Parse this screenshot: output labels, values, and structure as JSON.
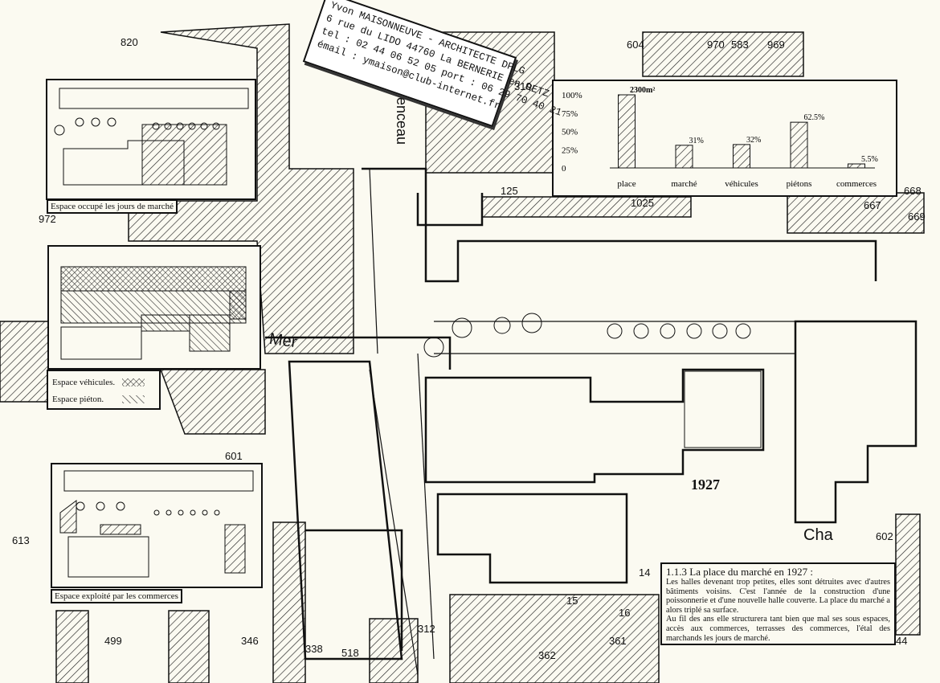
{
  "stamp": {
    "lines": [
      "Yvon MAISONNEUVE - ARCHITECTE DPLG",
      "6 rue du LIDO 44760 La BERNERIE en RETZ",
      "tel : 02 44 06 52 05 port : 06 29 70 40 21",
      "émail : ymaison@club-internet.fr"
    ]
  },
  "insets": {
    "market_days_label": "Espace occupé les jours de marché",
    "legend_vehicles": "Espace véhicules.",
    "legend_pedestrian": "Espace piéton.",
    "shops_label": "Espace exploité par les commerces"
  },
  "map": {
    "year": "1927",
    "street_mer": "Mer",
    "street_enceau": "enceau",
    "street_cha": "Cha",
    "parcels": [
      "820",
      "970",
      "969",
      "583",
      "604",
      "310",
      "125",
      "1025",
      "667",
      "668",
      "669",
      "972",
      "601",
      "613",
      "499",
      "346",
      "338",
      "518",
      "312",
      "15",
      "16",
      "362",
      "361",
      "14",
      "602",
      "44"
    ]
  },
  "caption": {
    "title": "1.1.3 La place du marché en 1927 :",
    "p1": "Les halles devenant trop petites, elles sont détruites avec d'autres bâtiments voisins. C'est l'année de la construction d'une poissonnerie et d'une nouvelle halle couverte. La place du marché a alors triplé sa surface.",
    "p2": "Au fil des ans elle structurera tant bien que mal ses sous espaces, accès aux commerces, terrasses des commerces, l'étal des marchands les jours de marché."
  },
  "chart_data": {
    "type": "bar",
    "title": "",
    "categories": [
      "place",
      "marché",
      "véhicules",
      "piétons",
      "commerces"
    ],
    "values": [
      100,
      31,
      32,
      62.5,
      5.5
    ],
    "data_labels": [
      "2300m²",
      "31%",
      "32%",
      "62.5%",
      "5.5%"
    ],
    "yticks": [
      "0",
      "25%",
      "50%",
      "75%",
      "100%"
    ],
    "ylim": [
      0,
      100
    ],
    "xlabel": "",
    "ylabel": ""
  }
}
